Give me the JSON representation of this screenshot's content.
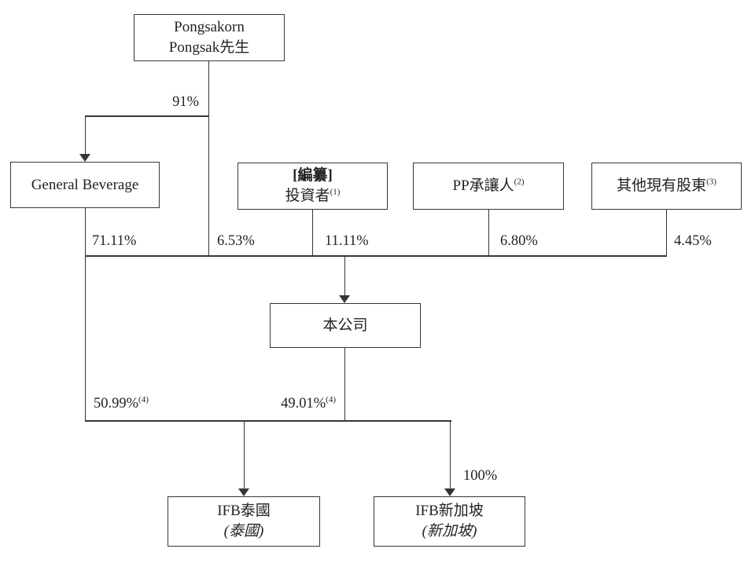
{
  "diagram": {
    "kind": "shareholding-structure",
    "nodes": {
      "pongsakorn": {
        "line1": "Pongsakorn",
        "line2": "Pongsak先生"
      },
      "general_beverage": {
        "label": "General Beverage"
      },
      "investors": {
        "line1": "[編纂]",
        "line2": "投資者",
        "sup": "(1)"
      },
      "pp_transferees": {
        "label": "PP承讓人",
        "sup": "(2)"
      },
      "other_shareholders": {
        "label": "其他現有股東",
        "sup": "(3)"
      },
      "company": {
        "label": "本公司"
      },
      "ifb_thailand": {
        "line1": "IFB泰國",
        "line2": "(泰國)"
      },
      "ifb_singapore": {
        "line1": "IFB新加坡",
        "line2": "(新加坡)"
      }
    },
    "labels": {
      "pct_91": "91%",
      "pct_71_11": "71.11%",
      "pct_6_53": "6.53%",
      "pct_11_11": "11.11%",
      "pct_6_80": "6.80%",
      "pct_4_45": "4.45%",
      "pct_50_99": "50.99%",
      "pct_50_99_sup": "(4)",
      "pct_49_01": "49.01%",
      "pct_49_01_sup": "(4)",
      "pct_100": "100%"
    },
    "edges": [
      {
        "from": "Pongsakorn Pongsak先生",
        "to": "General Beverage",
        "label": "91%"
      },
      {
        "from": "General Beverage",
        "to": "本公司",
        "label": "71.11%"
      },
      {
        "from": "Pongsakorn Pongsak先生",
        "to": "本公司",
        "label": "6.53%"
      },
      {
        "from": "[編纂]投資者(1)",
        "to": "本公司",
        "label": "11.11%"
      },
      {
        "from": "PP承讓人(2)",
        "to": "本公司",
        "label": "6.80%"
      },
      {
        "from": "其他現有股東(3)",
        "to": "本公司",
        "label": "4.45%"
      },
      {
        "from": "General Beverage",
        "to": "IFB泰國(泰國)",
        "label": "50.99%(4)"
      },
      {
        "from": "本公司",
        "to": "IFB泰國(泰國)",
        "label": "49.01%(4)"
      },
      {
        "from": "本公司",
        "to": "IFB新加坡(新加坡)",
        "label": "100%"
      }
    ],
    "colors": {
      "line": "#3a3435",
      "text": "#272122",
      "background": "#ffffff"
    }
  }
}
